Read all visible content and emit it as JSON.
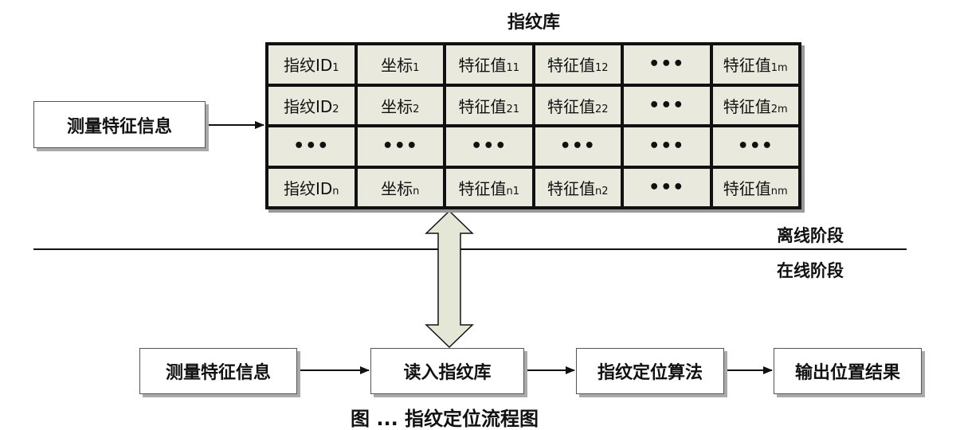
{
  "database": {
    "title": "指纹库",
    "rows": [
      {
        "cells": [
          {
            "main": "指纹ID",
            "sub": "1"
          },
          {
            "main": "坐标",
            "sub": "1"
          },
          {
            "main": "特征值",
            "sub": "11"
          },
          {
            "main": "特征值",
            "sub": "12"
          },
          {
            "main": "•••",
            "sub": ""
          },
          {
            "main": "特征值",
            "sub": "1m"
          }
        ]
      },
      {
        "cells": [
          {
            "main": "指纹ID",
            "sub": "2"
          },
          {
            "main": "坐标",
            "sub": "2"
          },
          {
            "main": "特征值",
            "sub": "21"
          },
          {
            "main": "特征值",
            "sub": "22"
          },
          {
            "main": "•••",
            "sub": ""
          },
          {
            "main": "特征值",
            "sub": "2m"
          }
        ]
      },
      {
        "cells": [
          {
            "main": "•••",
            "sub": ""
          },
          {
            "main": "•••",
            "sub": ""
          },
          {
            "main": "•••",
            "sub": ""
          },
          {
            "main": "•••",
            "sub": ""
          },
          {
            "main": "•••",
            "sub": ""
          },
          {
            "main": "•••",
            "sub": ""
          }
        ]
      },
      {
        "cells": [
          {
            "main": "指纹ID",
            "sub": "n"
          },
          {
            "main": "坐标",
            "sub": "n"
          },
          {
            "main": "特征值",
            "sub": "n1"
          },
          {
            "main": "特征值",
            "sub": "n2"
          },
          {
            "main": "•••",
            "sub": ""
          },
          {
            "main": "特征值",
            "sub": "nm"
          }
        ]
      }
    ]
  },
  "offline": {
    "input_label": "测量特征信息",
    "stage_label": "离线阶段"
  },
  "online": {
    "stage_label": "在线阶段",
    "steps": [
      "测量特征信息",
      "读入指纹库",
      "指纹定位算法",
      "输出位置结果"
    ]
  },
  "caption": "图 ... 指纹定位流程图",
  "colors": {
    "table_fill": "#e9eadd",
    "double_arrow_fill": "#e4e6d6",
    "line": "#111111"
  }
}
